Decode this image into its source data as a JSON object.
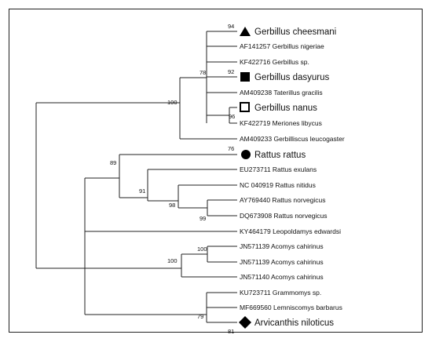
{
  "tree": {
    "taxa": [
      {
        "label": "Gerbillus cheesmani",
        "marker": "triangle"
      },
      {
        "label": "AF141257 Gerbillus nigeriae"
      },
      {
        "label": "KF422716 Gerbillus sp."
      },
      {
        "label": "Gerbillus dasyurus",
        "marker": "filled-square"
      },
      {
        "label": "AM409238 Taterillus gracilis"
      },
      {
        "label": "Gerbillus nanus",
        "marker": "open-square"
      },
      {
        "label": "KF422719 Meriones libycus"
      },
      {
        "label": "AM409233 Gerbilliscus leucogaster"
      },
      {
        "label": "Rattus rattus",
        "marker": "filled-circle"
      },
      {
        "label": "EU273711 Rattus exulans"
      },
      {
        "label": "NC 040919 Rattus nitidus"
      },
      {
        "label": "AY769440 Rattus norvegicus"
      },
      {
        "label": "DQ673908 Rattus norvegicus"
      },
      {
        "label": "KY464179 Leopoldamys edwardsi"
      },
      {
        "label": "JN571139 Acomys cahirinus"
      },
      {
        "label": "JN571139 Acomys cahirinus"
      },
      {
        "label": "JN571140 Acomys cahirinus"
      },
      {
        "label": "KU723711 Grammomys sp."
      },
      {
        "label": "MF669560 Lemniscomys barbarus"
      },
      {
        "label": "Arvicanthis niloticus",
        "marker": "filled-diamond"
      }
    ],
    "bootstrap": [
      "94",
      "92",
      "78",
      "96",
      "100",
      "76",
      "89",
      "91",
      "98",
      "99",
      "100",
      "100",
      "79",
      "81"
    ],
    "colors": {
      "line": "#222222",
      "marker": "#000000"
    }
  }
}
